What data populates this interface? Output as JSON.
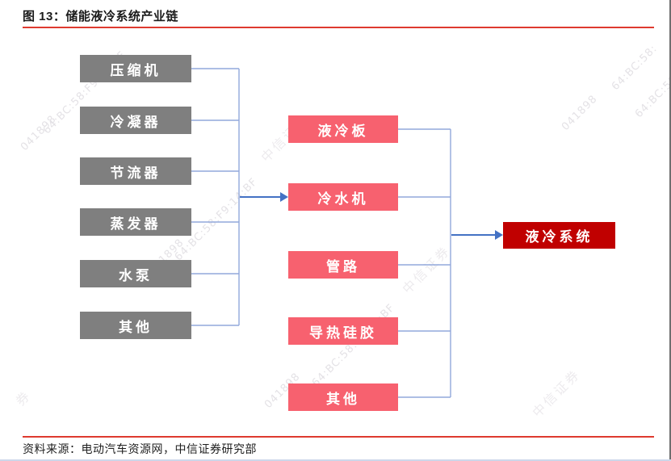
{
  "figure": {
    "title": "图 13：储能液冷系统产业链",
    "source": "资料来源：电动汽车资源网，中信证券研究部"
  },
  "colors": {
    "gray_node": "#7F7F7F",
    "pink_node": "#F7616F",
    "dark_red_node": "#C00000",
    "connector": "#92A8DB",
    "arrow": "#4472C4",
    "rule_red": "#DE3A2F",
    "node_text": "#FFFFFF"
  },
  "diagram": {
    "left_nodes": [
      {
        "label": "压缩机"
      },
      {
        "label": "冷凝器"
      },
      {
        "label": "节流器"
      },
      {
        "label": "蒸发器"
      },
      {
        "label": "水泵"
      },
      {
        "label": "其他"
      }
    ],
    "middle_nodes": [
      {
        "label": "液冷板"
      },
      {
        "label": "冷水机"
      },
      {
        "label": "管路"
      },
      {
        "label": "导热硅胶"
      },
      {
        "label": "其他"
      }
    ],
    "final_node": {
      "label": "液冷系统"
    }
  },
  "watermarks": [
    "64:BC:58:F9:14:BF",
    "041898",
    "64:BC:58:F9:14:BF",
    "041898",
    "中信证券",
    "中信证券",
    "64:BC:58:F9:14:BF",
    "041898",
    "中信证券",
    "64:BC:58:",
    "041898",
    "64:BC:58:",
    "券"
  ]
}
